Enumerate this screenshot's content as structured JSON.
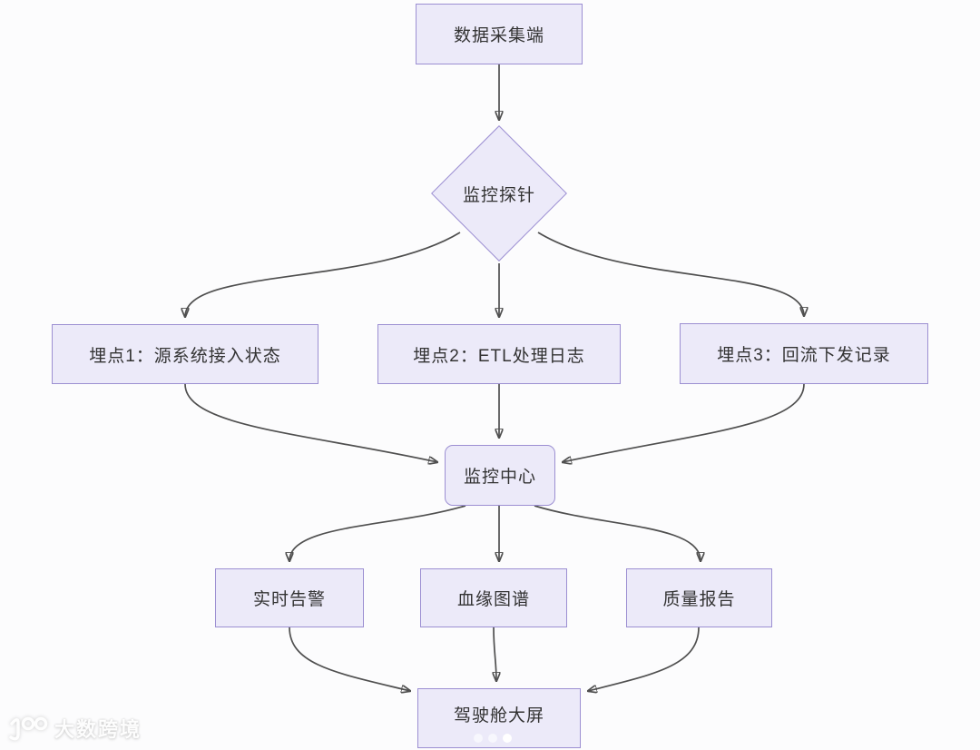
{
  "diagram": {
    "nodes": {
      "source": {
        "label": "数据采集端",
        "shape": "rect"
      },
      "probe": {
        "label": "监控探针",
        "shape": "diamond"
      },
      "point1": {
        "label": "埋点1：源系统接入状态",
        "shape": "rect"
      },
      "point2": {
        "label": "埋点2：ETL处理日志",
        "shape": "rect"
      },
      "point3": {
        "label": "埋点3：回流下发记录",
        "shape": "rect"
      },
      "center": {
        "label": "监控中心",
        "shape": "rounded-rect"
      },
      "alert": {
        "label": "实时告警",
        "shape": "rect"
      },
      "lineage": {
        "label": "血缘图谱",
        "shape": "rect"
      },
      "quality": {
        "label": "质量报告",
        "shape": "rect"
      },
      "dashboard": {
        "label": "驾驶舱大屏",
        "shape": "rect"
      }
    },
    "edges": [
      {
        "from": "source",
        "to": "probe"
      },
      {
        "from": "probe",
        "to": "point1"
      },
      {
        "from": "probe",
        "to": "point2"
      },
      {
        "from": "probe",
        "to": "point3"
      },
      {
        "from": "point1",
        "to": "center"
      },
      {
        "from": "point2",
        "to": "center"
      },
      {
        "from": "point3",
        "to": "center"
      },
      {
        "from": "center",
        "to": "alert"
      },
      {
        "from": "center",
        "to": "lineage"
      },
      {
        "from": "center",
        "to": "quality"
      },
      {
        "from": "alert",
        "to": "dashboard"
      },
      {
        "from": "lineage",
        "to": "dashboard"
      },
      {
        "from": "quality",
        "to": "dashboard"
      }
    ],
    "colors": {
      "node_fill": "#eceaf9",
      "node_border": "#9c8fd2",
      "edge": "#4f4f4f",
      "arrowhead": "#1d1d1d",
      "text": "#333333",
      "background": "#fcfcfd"
    }
  },
  "watermark": {
    "brand": "大数跨境",
    "logo": "100"
  },
  "pagination": {
    "dots_total": 3,
    "active_dot": 3
  }
}
